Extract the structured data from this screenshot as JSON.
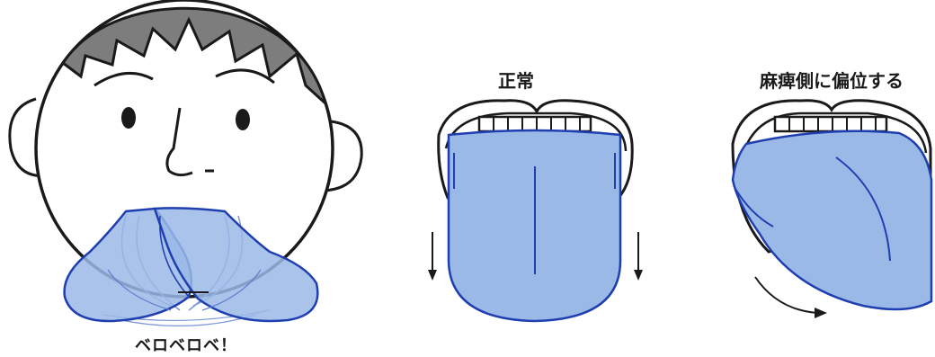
{
  "labels": {
    "normal": "正常",
    "deviate": "麻痺側に偏位する",
    "face_caption": "ベロベロベ！"
  },
  "colors": {
    "tongue_fill": "#9ab9e6",
    "tongue_stroke": "#1f3fb0",
    "line": "#1a1a1a",
    "hair": "#7a7a7a"
  }
}
